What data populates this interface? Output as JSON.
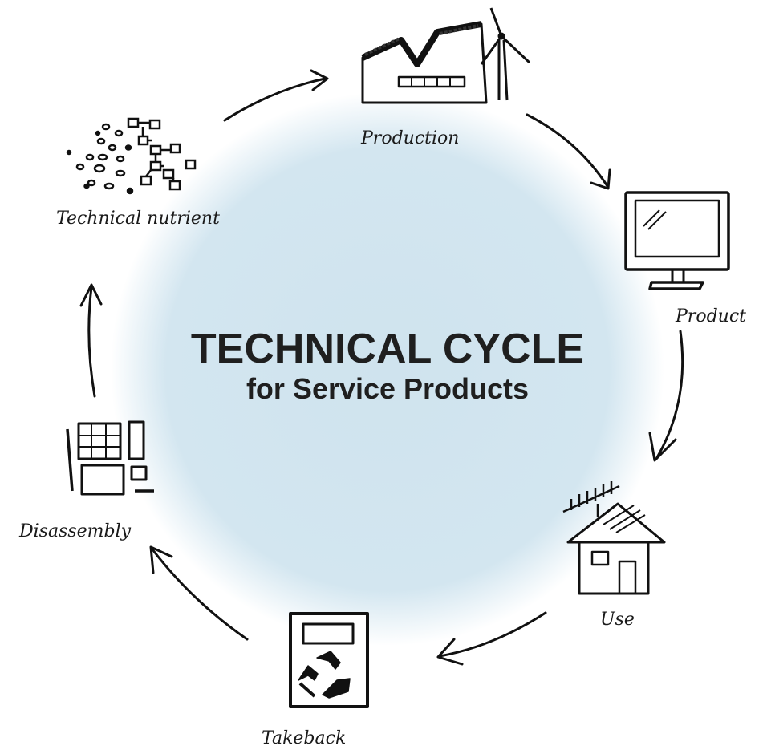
{
  "title": "TECHNICAL CYCLE",
  "subtitle": "for Service Products",
  "stages": {
    "production": "Production",
    "product": "Product",
    "use": "Use",
    "takeback": "Takeback",
    "disassembly": "Disassembly",
    "technical_nutrient": "Technical nutrient"
  },
  "colors": {
    "circle_center": "#cfe3ee",
    "circle_edge": "#ffffff",
    "ink": "#111111",
    "title": "#1f1f1f"
  },
  "icons": {
    "production": "factory-icon",
    "product": "monitor-icon",
    "use": "house-icon",
    "takeback": "recycle-bin-icon",
    "disassembly": "disassembled-parts-icon",
    "technical_nutrient": "molecules-icon"
  }
}
